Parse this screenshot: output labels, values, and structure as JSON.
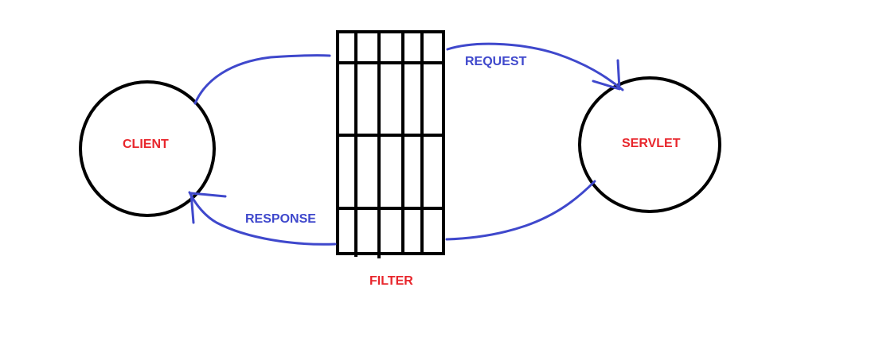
{
  "diagram": {
    "nodes": {
      "client": {
        "label": "CLIENT"
      },
      "servlet": {
        "label": "SERVLET"
      },
      "filter": {
        "label": "FILTER"
      }
    },
    "edges": {
      "request": {
        "label": "REQUEST",
        "from": "filter",
        "to": "servlet"
      },
      "response": {
        "label": "RESPONSE",
        "from": "filter",
        "to": "client"
      },
      "client_to_filter": {
        "from": "client",
        "to": "filter"
      },
      "servlet_to_filter": {
        "from": "servlet",
        "to": "filter"
      }
    },
    "colors": {
      "outline": "#000000",
      "label": "#e8262c",
      "arrow": "#3f48cc"
    }
  }
}
